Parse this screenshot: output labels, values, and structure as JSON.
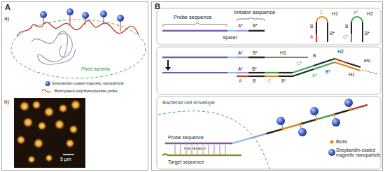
{
  "diagram": {
    "nodes": [
      {
        "text": [
          "A"
        ]
      },
      {
        "text": [
          "B"
        ]
      }
    ],
    "labels": [
      "a)",
      "Fixed bacteria",
      "b)",
      "5 µm",
      "Probe sequence",
      "Initiator sequence",
      "Spacer",
      "A*",
      "B*",
      "H1",
      "C",
      "B",
      "A",
      "B*",
      "H2",
      "A*",
      "B",
      "C*",
      "B*",
      "A*",
      "B*",
      "H1",
      "A*",
      "B*",
      "A",
      "B",
      "C",
      "B*",
      "C*",
      "B",
      "A*",
      "B*",
      "H2",
      "H1",
      "etc.",
      "Bacterial cell envelope",
      "Probe sequence",
      "hybridization",
      "Target sequence"
    ],
    "legend": [
      {
        "text": "Streptavidin-coated magnetic nanoparticle"
      },
      {
        "text": "Biotinylated polyribonucleotide probe"
      },
      {
        "text": "Biotin"
      },
      {
        "text": "Streptavidin-coated magnetic nanoparticle"
      }
    ]
  }
}
